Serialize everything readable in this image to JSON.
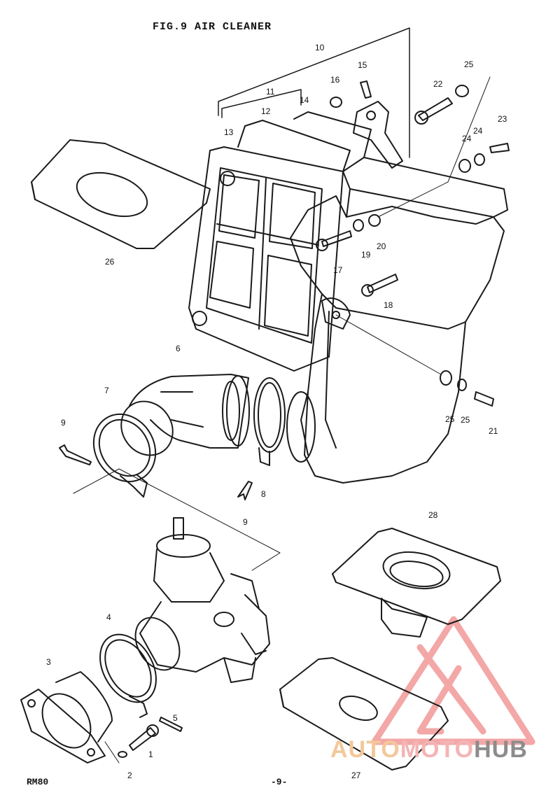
{
  "title": "FIG.9  AIR CLEANER",
  "model": "RM80",
  "page_number": "-9-",
  "watermark": {
    "part1": "AUTO",
    "part2": "MOTO",
    "part3": "HUB"
  },
  "callouts": [
    "1",
    "2",
    "3",
    "4",
    "5",
    "6",
    "7",
    "8",
    "9",
    "9",
    "10",
    "11",
    "12",
    "13",
    "14",
    "15",
    "16",
    "17",
    "18",
    "19",
    "20",
    "21",
    "22",
    "23",
    "24",
    "24",
    "25",
    "25",
    "25",
    "26",
    "27",
    "28"
  ]
}
